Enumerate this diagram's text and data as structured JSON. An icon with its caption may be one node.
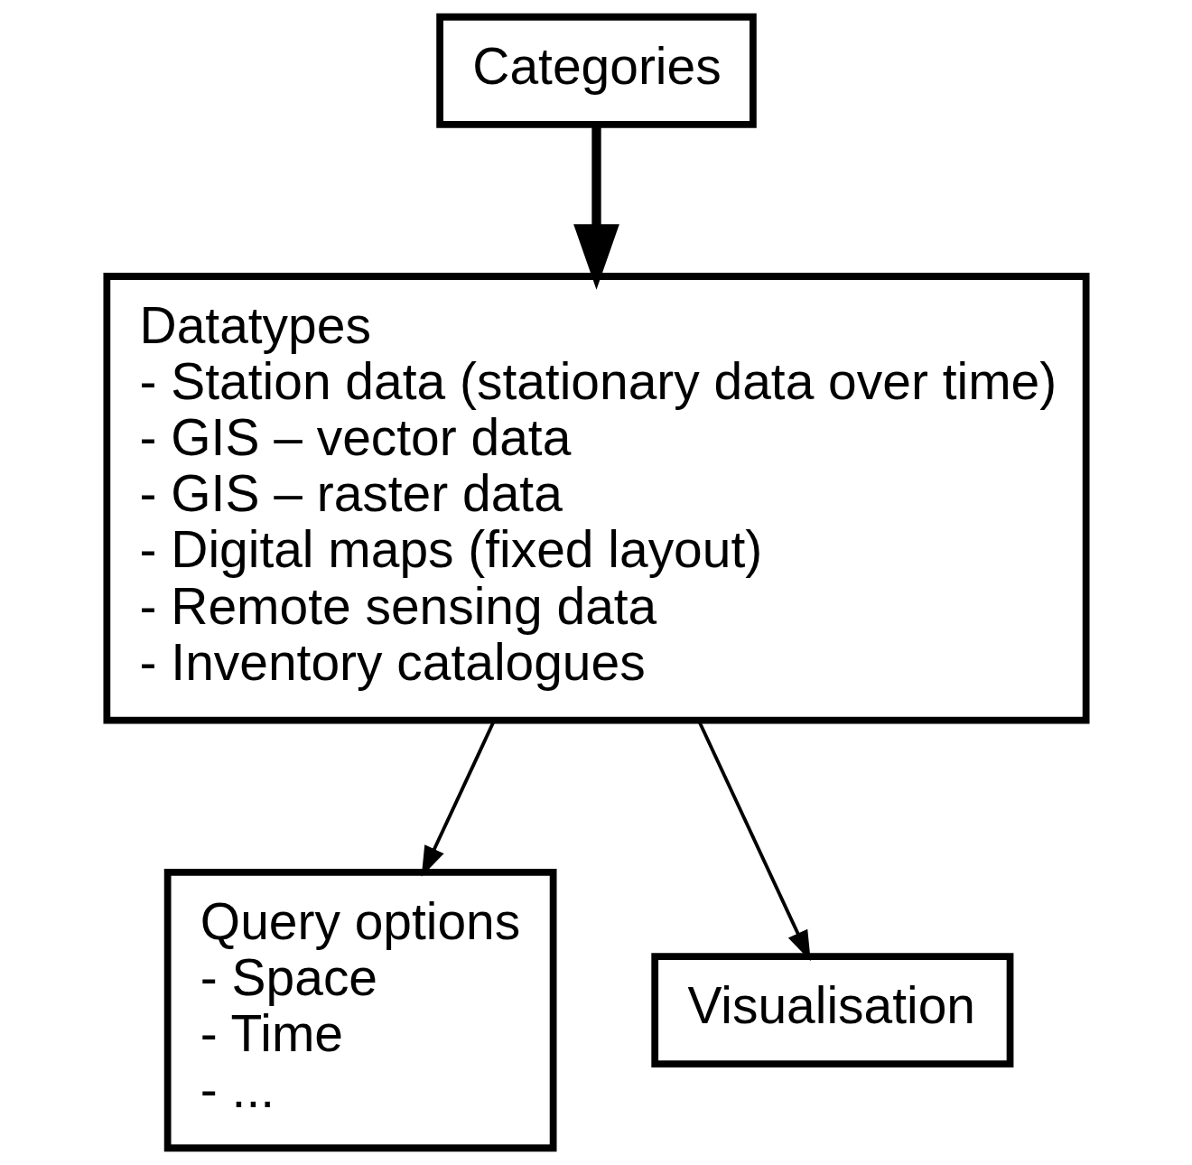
{
  "diagram": {
    "nodes": [
      {
        "text": [
          "Categories"
        ]
      },
      {
        "text": [
          "Datatypes",
          "- Station data (stationary data over time)",
          "- GIS – vector data",
          "- GIS – raster data",
          "- Digital maps (fixed layout)",
          "- Remote sensing data",
          "- Inventory catalogues"
        ]
      },
      {
        "text": [
          "Query options",
          "- Space",
          "- Time",
          "- ..."
        ]
      },
      {
        "text": [
          "Visualisation"
        ]
      }
    ],
    "edges": [
      {
        "from": 0,
        "to": 1,
        "arrow": "to",
        "style": "thick"
      },
      {
        "from": 1,
        "to": 2,
        "arrow": "to"
      },
      {
        "from": 1,
        "to": 3,
        "arrow": "to"
      }
    ]
  }
}
